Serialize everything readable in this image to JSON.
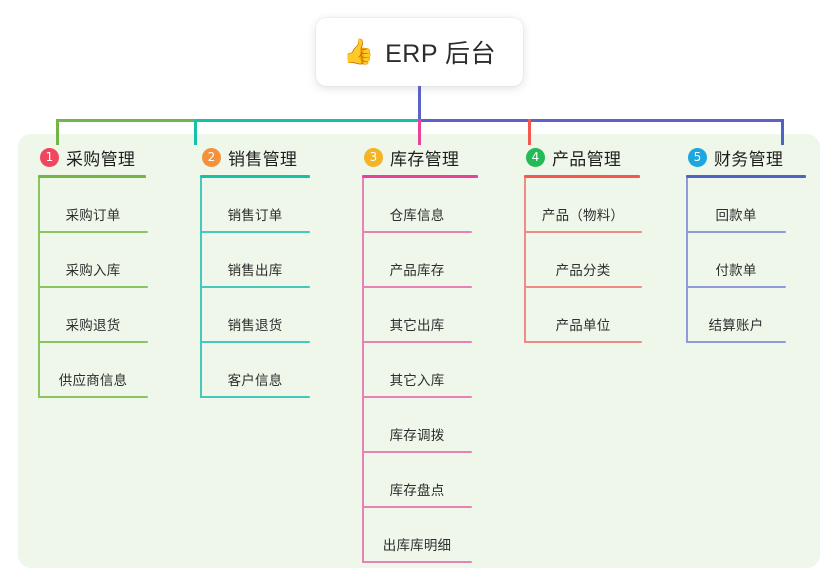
{
  "diagram": {
    "root": {
      "icon": "thumbs-up-icon",
      "icon_glyph": "👍",
      "label": "ERP 后台"
    },
    "panel_bg": "#eef7e9",
    "trunk_color": "#5b62c8",
    "bus_segments": [
      {
        "color": "#73b546"
      },
      {
        "color": "#17c0a8"
      },
      {
        "color": "#5b62c8"
      }
    ],
    "columns": [
      {
        "number": "1",
        "title": "采购管理",
        "badge_color": "#f0465f",
        "rule_color": "#73b546",
        "line_color": "#8cc45f",
        "items": [
          "采购订单",
          "采购入库",
          "采购退货",
          "供应商信息"
        ]
      },
      {
        "number": "2",
        "title": "销售管理",
        "badge_color": "#f4923c",
        "rule_color": "#17c0a8",
        "line_color": "#46c8bb",
        "items": [
          "销售订单",
          "销售出库",
          "销售退货",
          "客户信息"
        ]
      },
      {
        "number": "3",
        "title": "库存管理",
        "badge_color": "#f5b423",
        "rule_color": "#e8429b",
        "line_color": "#e882b4",
        "items": [
          "仓库信息",
          "产品库存",
          "其它出库",
          "其它入库",
          "库存调拨",
          "库存盘点",
          "出库库明细"
        ]
      },
      {
        "number": "4",
        "title": "产品管理",
        "badge_color": "#22bb55",
        "rule_color": "#f4574f",
        "line_color": "#f08a84",
        "items": [
          "产品（物料）",
          "产品分类",
          "产品单位"
        ]
      },
      {
        "number": "5",
        "title": "财务管理",
        "badge_color": "#1ba7e0",
        "rule_color": "#4e63c6",
        "line_color": "#8e9bd8",
        "items": [
          "回款单",
          "付款单",
          "结算账户"
        ]
      }
    ]
  }
}
